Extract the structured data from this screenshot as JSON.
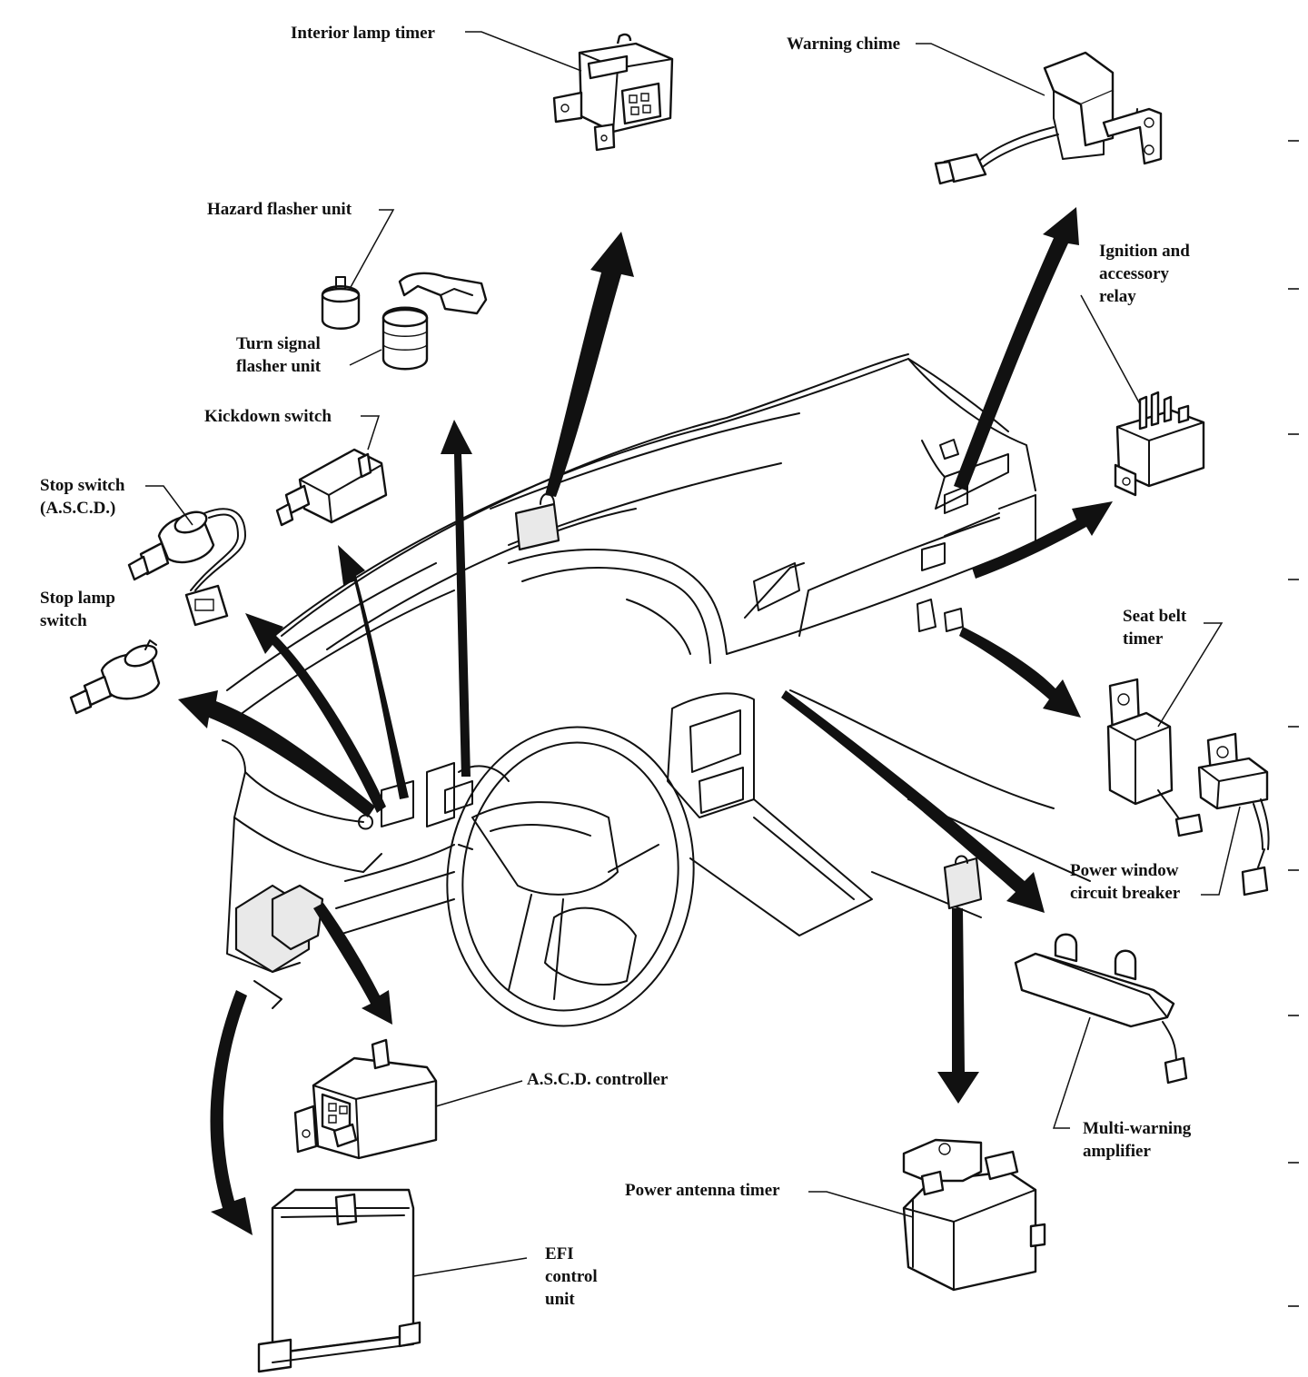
{
  "labels": {
    "interior_lamp_timer": "Interior lamp timer",
    "warning_chime": "Warning chime",
    "hazard_flasher_unit": "Hazard flasher unit",
    "turn_signal_flasher_unit": [
      "Turn signal",
      "flasher unit"
    ],
    "ignition_accessory_relay": [
      "Ignition and",
      "accessory",
      "relay"
    ],
    "kickdown_switch": "Kickdown switch",
    "stop_switch_ascd": [
      "Stop switch",
      "(A.S.C.D.)"
    ],
    "stop_lamp_switch": [
      "Stop lamp",
      "switch"
    ],
    "seat_belt_timer": [
      "Seat belt",
      "timer"
    ],
    "power_window_circuit_breaker": [
      "Power window",
      "circuit breaker"
    ],
    "multi_warning_amplifier": [
      "Multi-warning",
      "amplifier"
    ],
    "ascd_controller": "A.S.C.D. controller",
    "power_antenna_timer": "Power antenna timer",
    "efi_control_unit": [
      "EFI",
      "control",
      "unit"
    ]
  }
}
